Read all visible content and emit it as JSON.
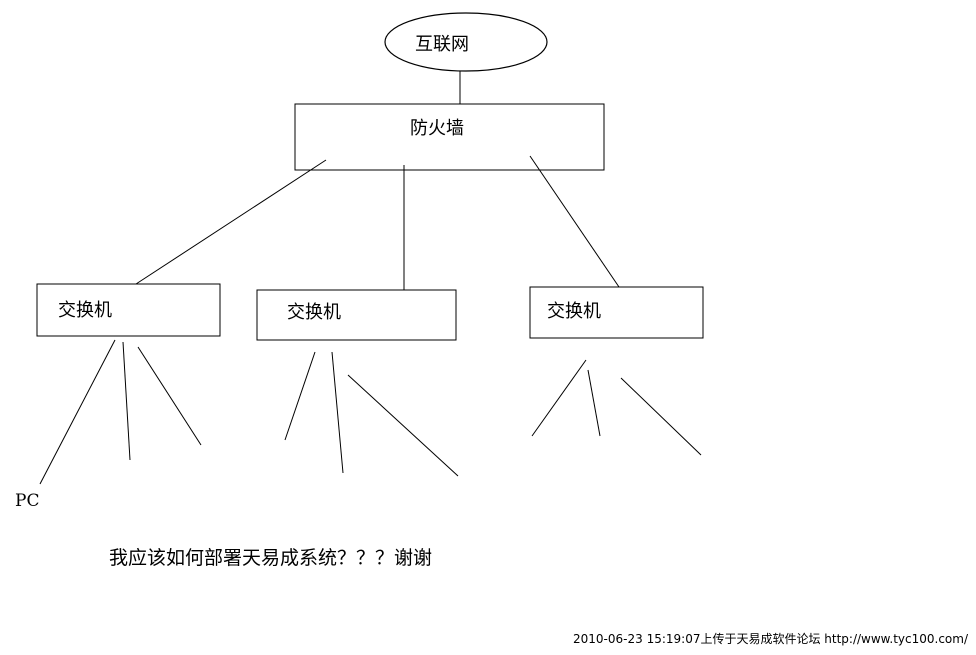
{
  "diagram": {
    "internet": {
      "label": "互联网"
    },
    "firewall": {
      "label": "防火墙"
    },
    "switches": [
      {
        "label": "交换机"
      },
      {
        "label": "交换机"
      },
      {
        "label": "交换机"
      }
    ],
    "pc_label": "PC",
    "question": "我应该如何部署天易成系统？？？谢谢"
  },
  "footer": {
    "upload_note": "2010-06-23 15:19:07上传于天易成软件论坛 http://www.tyc100.com/"
  },
  "colors": {
    "stroke": "#000000",
    "background": "#ffffff"
  }
}
